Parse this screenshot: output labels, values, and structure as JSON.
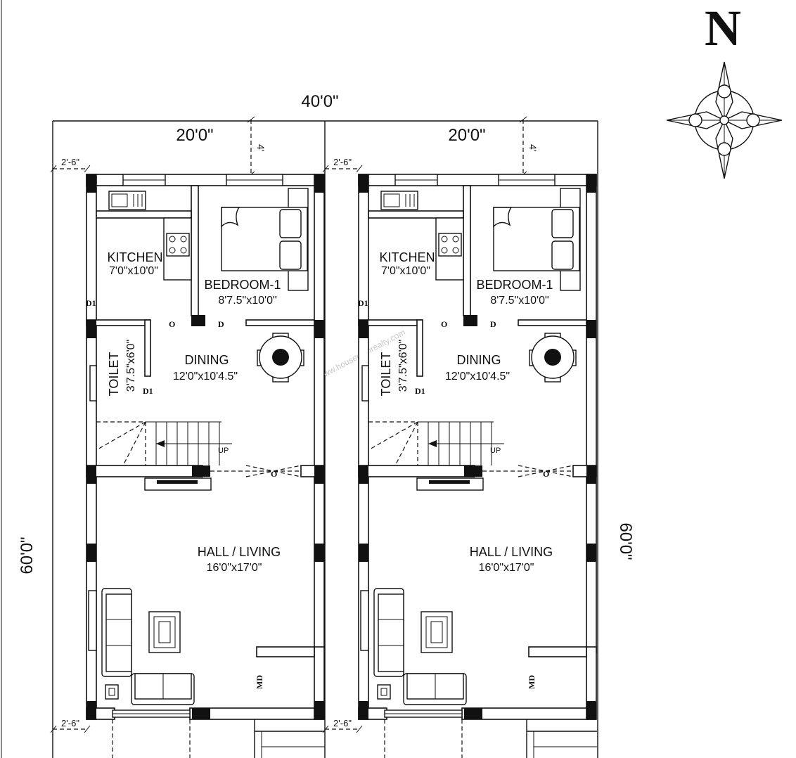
{
  "north_label": "N",
  "dimensions": {
    "total_width": "40'0\"",
    "unit_width": "20'0\"",
    "depth": "60'0\"",
    "setback_side": "2'-6\"",
    "setback_front": "4'"
  },
  "rooms": {
    "kitchen": {
      "name": "KITCHEN",
      "size": "7'0\"x10'0\""
    },
    "bedroom": {
      "name": "BEDROOM-1",
      "size": "8'7.5\"x10'0\""
    },
    "dining": {
      "name": "DINING",
      "size": "12'0\"x10'4.5\""
    },
    "toilet": {
      "name": "TOILET",
      "size": "3'7.5\"x6'0\""
    },
    "hall": {
      "name": "HALL / LIVING",
      "size": "16'0\"x17'0\""
    }
  },
  "door_labels": {
    "d1": "D1",
    "d": "D",
    "o": "O",
    "md": "MD"
  },
  "stair_label": "UP",
  "watermark": "www.houseplanrealty.com"
}
